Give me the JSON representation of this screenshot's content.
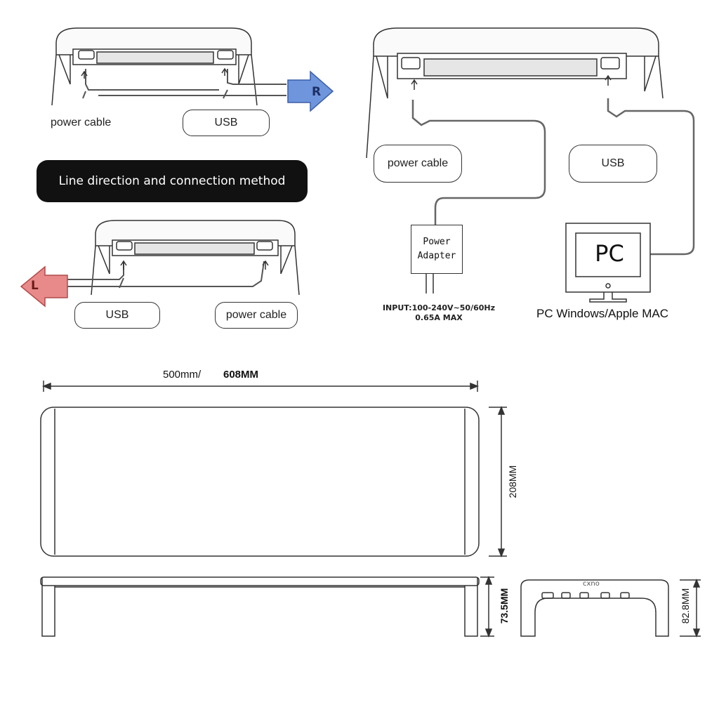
{
  "banner": {
    "text": "Line direction and connection method"
  },
  "right_exit": {
    "direction_letter": "R",
    "power_label": "power cable",
    "usb_label": "USB"
  },
  "left_exit": {
    "direction_letter": "L",
    "usb_label": "USB",
    "power_label": "power cable"
  },
  "connection_diagram": {
    "power_label": "power cable",
    "usb_label": "USB",
    "adapter_line1": "Power",
    "adapter_line2": "Adapter",
    "adapter_input_line1": "INPUT:100-240V~50/60Hz",
    "adapter_input_line2": "0.65A MAX",
    "pc_label": "PC",
    "pc_caption": "PC Windows/Apple MAC"
  },
  "dimensions": {
    "width_alt": "500mm/",
    "width": "608MM",
    "depth": "208MM",
    "height_legs": "73.5MM",
    "height_total": "82.8MM",
    "brand": "cxno"
  },
  "colors": {
    "arrow_right": "#6f95dd",
    "arrow_left": "#e88a8a",
    "banner_bg": "#111111"
  }
}
